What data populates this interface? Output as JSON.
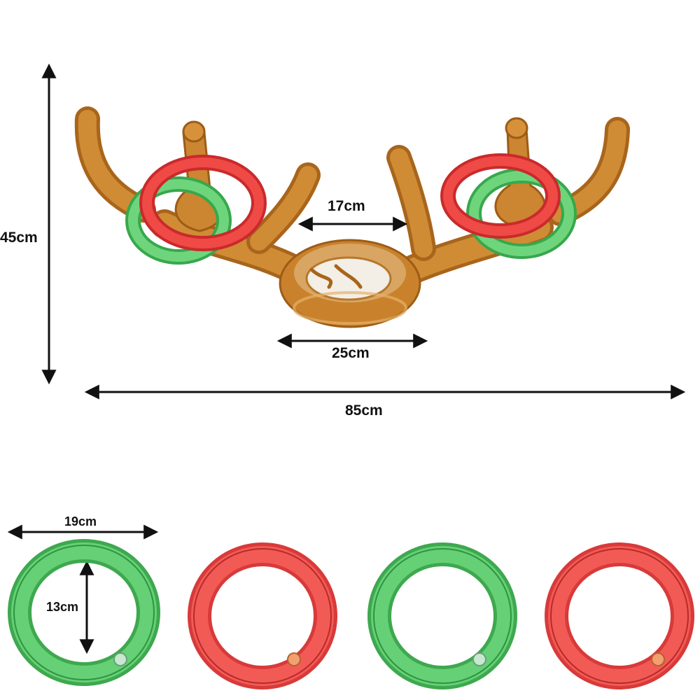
{
  "dimensions": {
    "height": "45cm",
    "width_total": "85cm",
    "inner_width": "17cm",
    "base_width": "25cm",
    "ring_outer": "19cm",
    "ring_inner": "13cm"
  },
  "colors": {
    "antler": "#c9822b",
    "antler_dark": "#9c5c17",
    "antler_light": "#e6b06a",
    "ring_green": "#5fcf6e",
    "ring_green_dark": "#37a84c",
    "ring_red": "#ef4a45",
    "ring_red_dark": "#c92a2c",
    "arrow": "#111111"
  },
  "rings_row": [
    "green",
    "red",
    "green",
    "red"
  ]
}
